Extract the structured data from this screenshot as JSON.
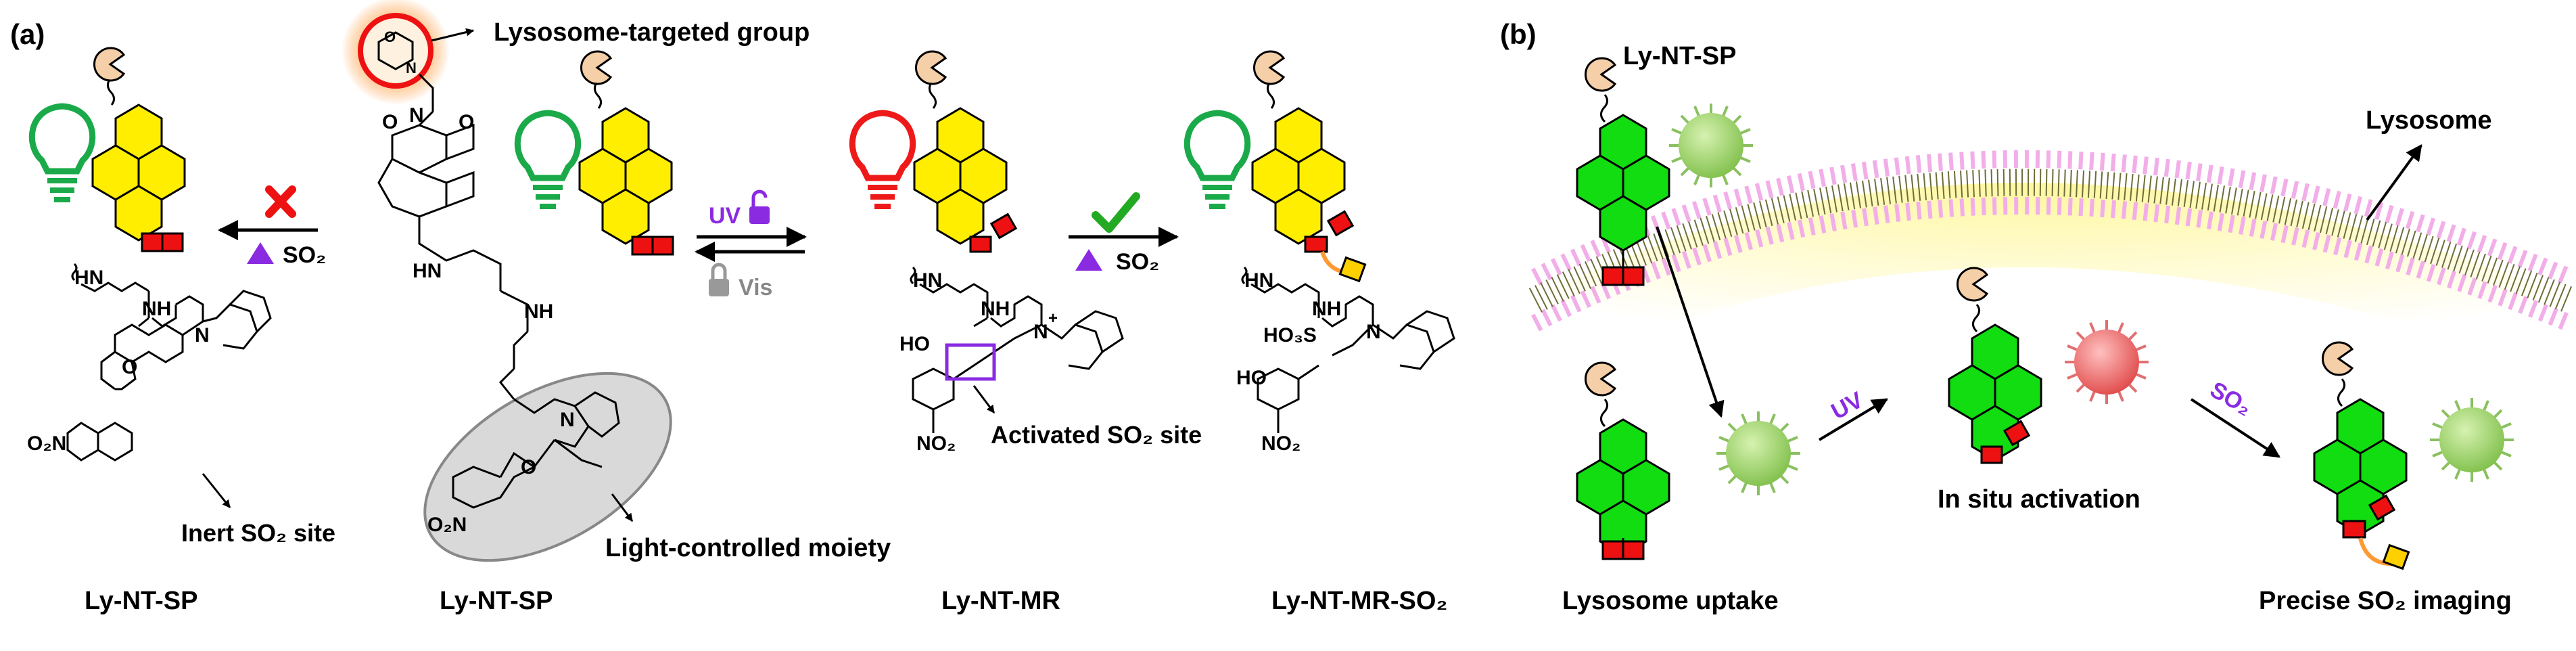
{
  "panel_a": {
    "tag": "(a)",
    "lysosome_group_label": "Lysosome-targeted group",
    "light_controlled_label": "Light-controlled moiety",
    "inert_site_label": "Inert SO₂ site",
    "activated_site_label": "Activated SO₂ site",
    "uv_label": "UV",
    "vis_label": "Vis",
    "so2_label_left": "SO₂",
    "so2_label_right": "SO₂",
    "compounds": [
      "Ly-NT-SP",
      "Ly-NT-SP",
      "Ly-NT-MR",
      "Ly-NT-MR-SO₂"
    ],
    "atoms": {
      "n": "N",
      "o": "O",
      "hn": "HN",
      "nh": "NH",
      "no2": "NO₂",
      "o2n": "O₂N",
      "ho": "HO",
      "hsulf": "HO₃S",
      "nplus": "N",
      "plus": "+"
    }
  },
  "panel_b": {
    "tag": "(b)",
    "probe_label": "Ly-NT-SP",
    "lysosome_label": "Lysosome",
    "uv_label": "UV",
    "so2_label": "SO₂",
    "uptake_label": "Lysosome uptake",
    "activation_label": "In situ activation",
    "imaging_label": "Precise SO₂ imaging"
  },
  "colors": {
    "yellow": "#ffee00",
    "green": "#11dd11",
    "red": "#ee1111",
    "purple": "#8a2be2",
    "bulb_green": "#1aaa4a",
    "bulb_red": "#ee1a1a",
    "glow": "#ffb060",
    "membrane": "#f2aee8",
    "cytosol": "#fdf9b8",
    "orange": "#ff9933"
  }
}
